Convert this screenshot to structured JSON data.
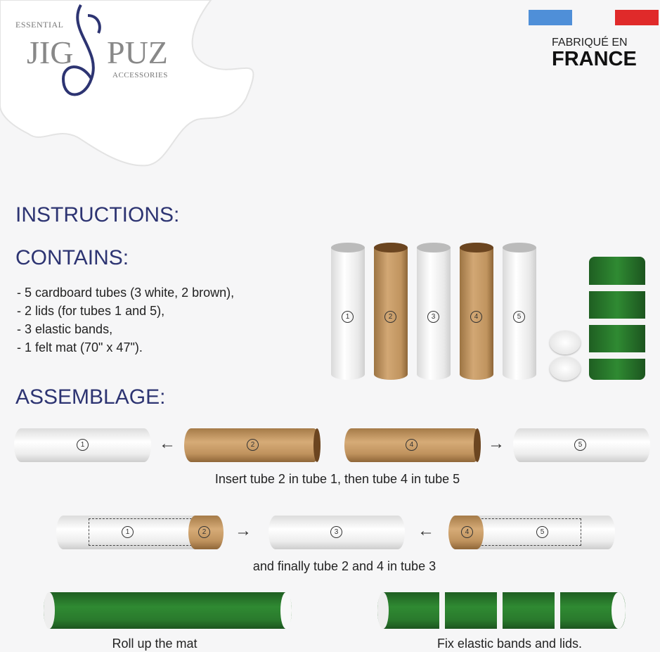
{
  "brand": {
    "essential": "ESSENTIAL",
    "jig": "JIG",
    "puz": "PUZ",
    "accessories": "ACCESSORIES"
  },
  "origin": {
    "line1": "FABRIQUÉ EN",
    "line2": "FRANCE",
    "flag_colors": [
      "#4f8fd8",
      "#e02a2a"
    ]
  },
  "headings": {
    "instructions": "INSTRUCTIONS:",
    "contains": "CONTAINS:",
    "assemblage": "ASSEMBLAGE:"
  },
  "contents": [
    "- 5 cardboard tubes (3 white, 2 brown),",
    "- 2 lids (for tubes 1 and 5),",
    "- 3 elastic bands,",
    "- 1 felt mat (70\" x 47\")."
  ],
  "tube_numbers": [
    "1",
    "2",
    "3",
    "4",
    "5"
  ],
  "arrows": {
    "left": "←",
    "right": "→"
  },
  "steps": [
    "Insert tube 2 in tube 1, then tube 4 in tube 5",
    "and finally tube 2 and 4 in tube 3",
    "Roll up the mat",
    "Fix elastic bands and lids."
  ],
  "colors": {
    "heading": "#2d3472",
    "felt": "#2f8a32",
    "brown_tube": "#c0945f"
  }
}
